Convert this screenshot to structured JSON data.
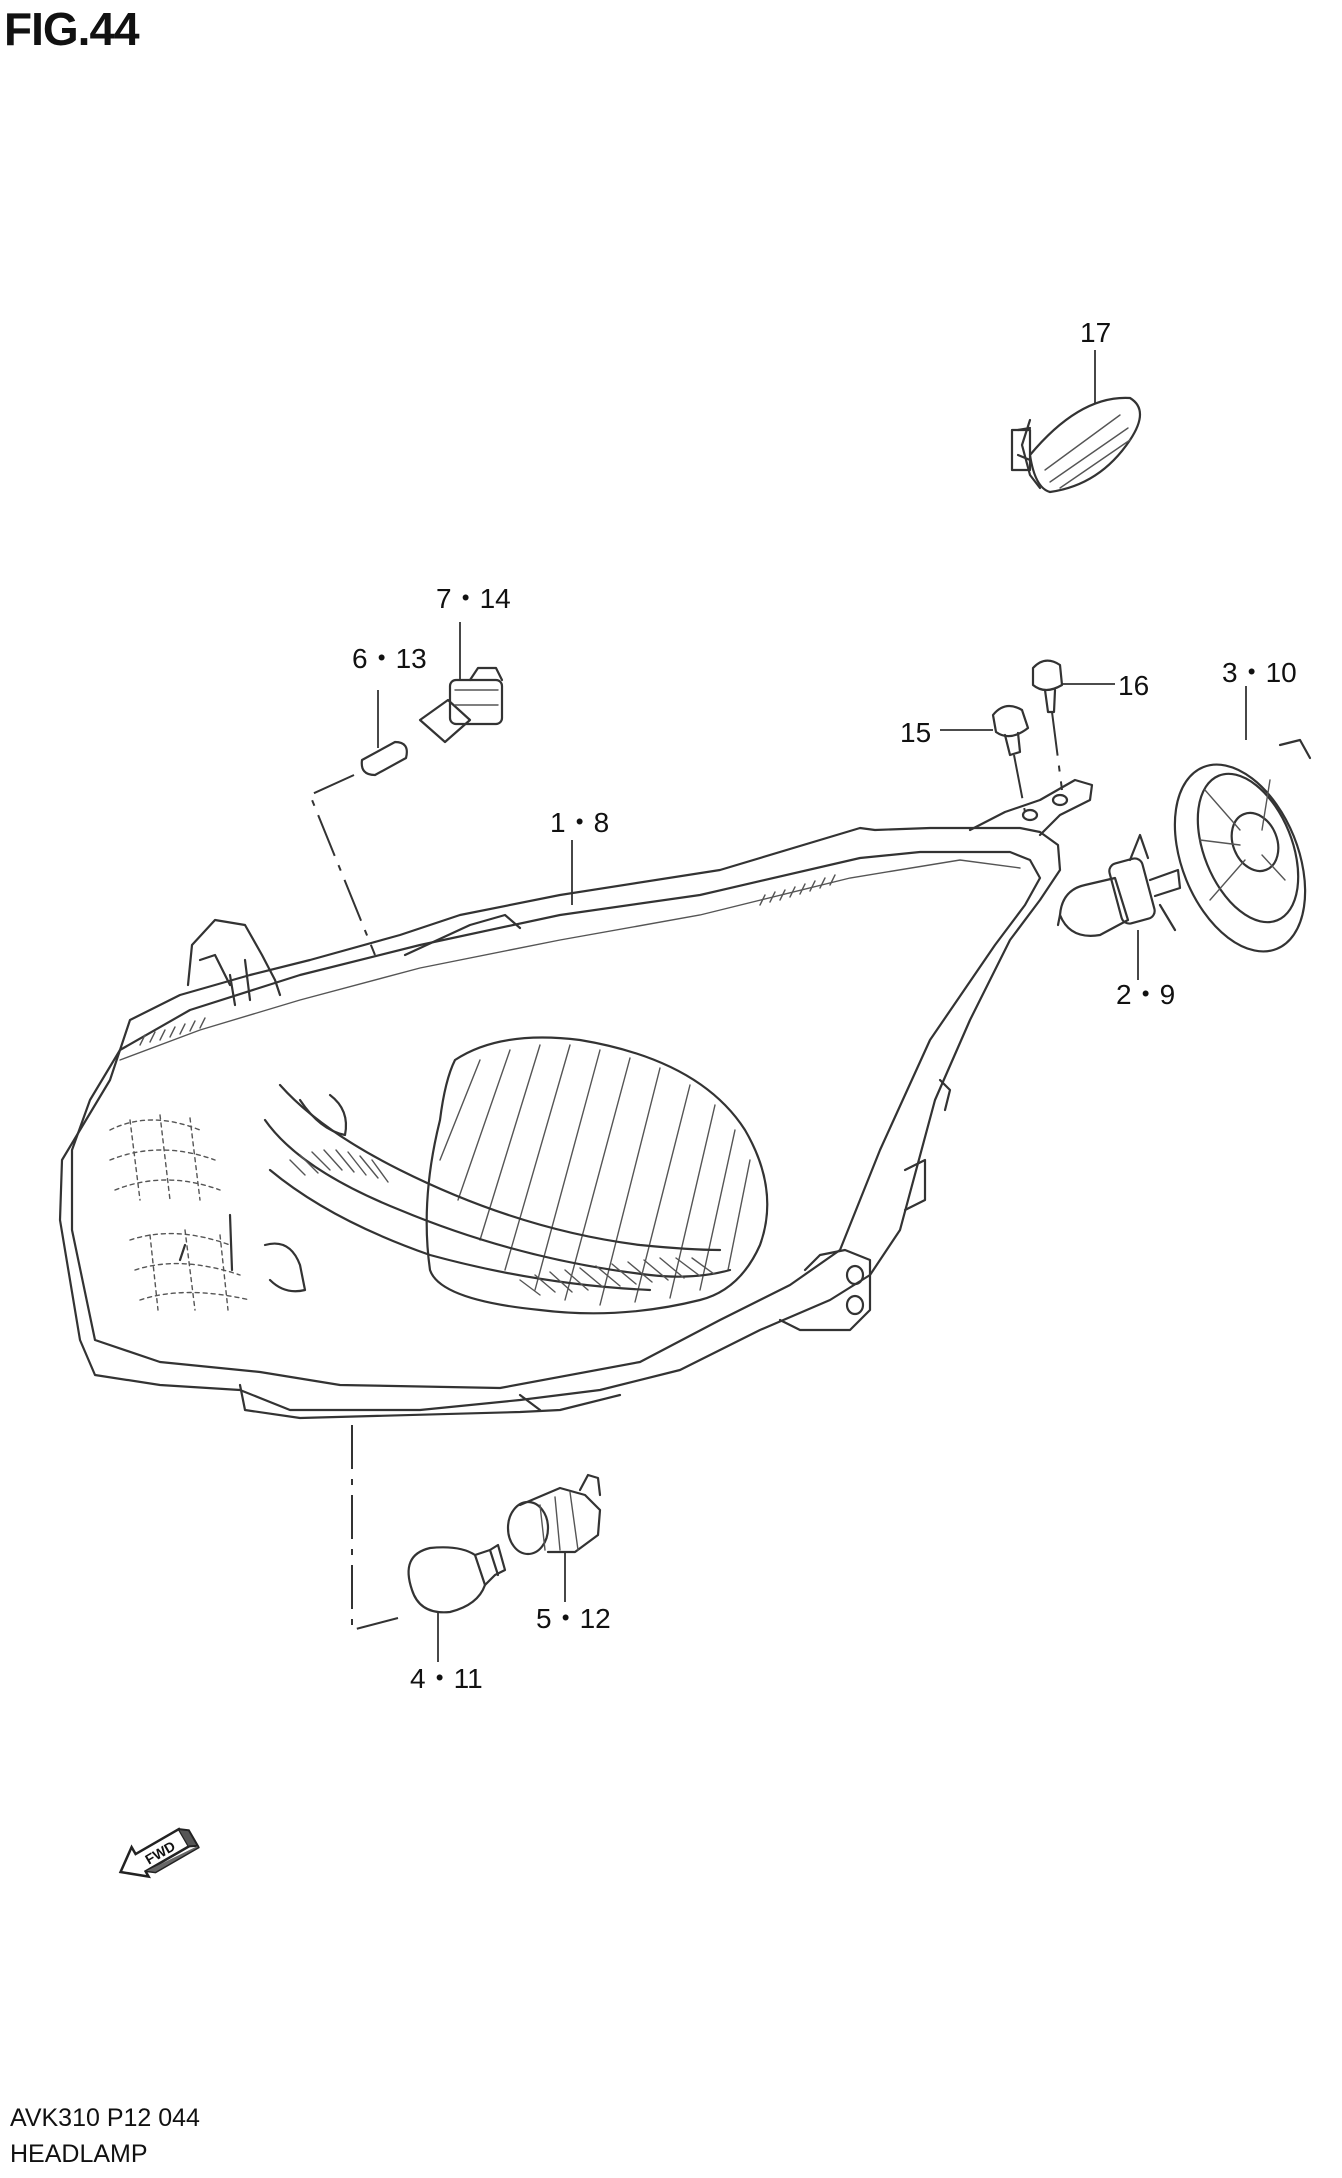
{
  "figure": {
    "title": "FIG.44",
    "footer_code": "AVK310 P12 044",
    "footer_title": "HEADLAMP"
  },
  "callouts": [
    {
      "id": "c17",
      "label": "17"
    },
    {
      "id": "c714",
      "label": "7・14"
    },
    {
      "id": "c613",
      "label": "6・13"
    },
    {
      "id": "c16",
      "label": "16"
    },
    {
      "id": "c310",
      "label": "3・10"
    },
    {
      "id": "c15",
      "label": "15"
    },
    {
      "id": "c18",
      "label": "1・8"
    },
    {
      "id": "c29",
      "label": "2・9"
    },
    {
      "id": "c512",
      "label": "5・12"
    },
    {
      "id": "c411",
      "label": "4・11"
    }
  ],
  "direction_marker": {
    "label": "FWD",
    "icon": "front-direction-arrow-icon"
  }
}
